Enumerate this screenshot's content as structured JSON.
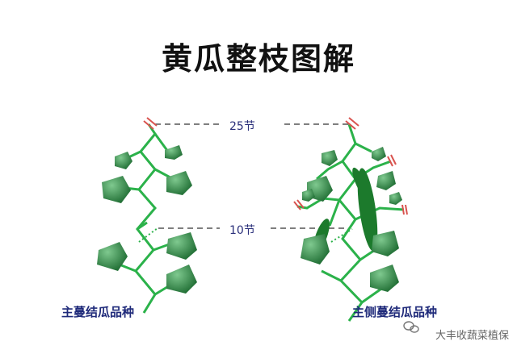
{
  "title": "黄瓜整枝图解",
  "labels": {
    "node_25": "25节",
    "node_10": "10节"
  },
  "captions": {
    "left": "主蔓结瓜品种",
    "right": "主侧蔓结瓜品种"
  },
  "watermark": "大丰收蔬菜植保",
  "colors": {
    "stem": "#2bb24a",
    "leaf_dark": "#1f6d33",
    "leaf_light": "#5fb070",
    "fruit": "#1c7a2c",
    "cut_mark": "#d9534f",
    "dashed": "#555555",
    "text_blue": "#1f2a7a"
  }
}
